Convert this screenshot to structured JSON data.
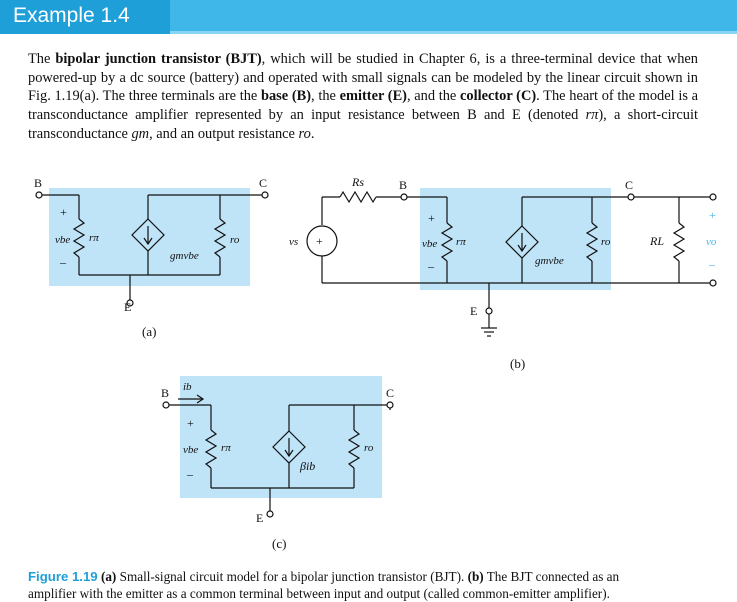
{
  "header": {
    "title": "Example 1.4"
  },
  "paragraph": {
    "t1": "The ",
    "b1": "bipolar junction transistor (BJT)",
    "t2": ", which will be studied in Chapter 6, is a three-terminal device that when powered-up by a dc source (battery) and operated with small signals can be modeled by the linear circuit shown in Fig. 1.19(a). The three terminals are the ",
    "b2": "base (B)",
    "t3": ", the ",
    "b3": "emitter (E)",
    "t4": ", and the ",
    "b4": "collector (C)",
    "t5": ". The heart of the model is a transconductance amplifier represented by an input resistance between B and E (denoted ",
    "rpi": "rπ",
    "t6": "), a short-circuit transconductance ",
    "gm": "gm",
    "t7": ", and an output resistance ",
    "ro": "ro",
    "t8": "."
  },
  "figure": {
    "a": {
      "label": "(a)",
      "B": "B",
      "C": "C",
      "E": "E",
      "plus": "+",
      "minus": "–",
      "vbe": "vbe",
      "rpi": "rπ",
      "gm_vbe": "gmvbe",
      "ro": "ro"
    },
    "b": {
      "label": "(b)",
      "Rs": "Rs",
      "vs": "vs",
      "B": "B",
      "C": "C",
      "E": "E",
      "plus": "+",
      "minus": "–",
      "vbe": "vbe",
      "rpi": "rπ",
      "gm_vbe": "gmvbe",
      "ro": "ro",
      "RL": "RL",
      "vo": "vo"
    },
    "c": {
      "label": "(c)",
      "B": "B",
      "C": "C",
      "E": "E",
      "ib": "ib",
      "plus": "+",
      "minus": "–",
      "vbe": "vbe",
      "rpi": "rπ",
      "beta_ib": "βib",
      "ro": "ro"
    }
  },
  "caption": {
    "label": "Figure 1.19",
    "a_tag": "(a)",
    "a_text": " Small-signal circuit model for a bipolar junction transistor (BJT). ",
    "b_tag": "(b)",
    "b_text": " The BJT connected as an",
    "line2": "amplifier with the emitter as a common terminal between input and output (called common-emitter amplifier)."
  },
  "colors": {
    "banner": "#3fb7e8",
    "banner_tab": "#1f9fd8",
    "shading": "#bfe3f7",
    "caption_label": "#1f9fd8"
  }
}
